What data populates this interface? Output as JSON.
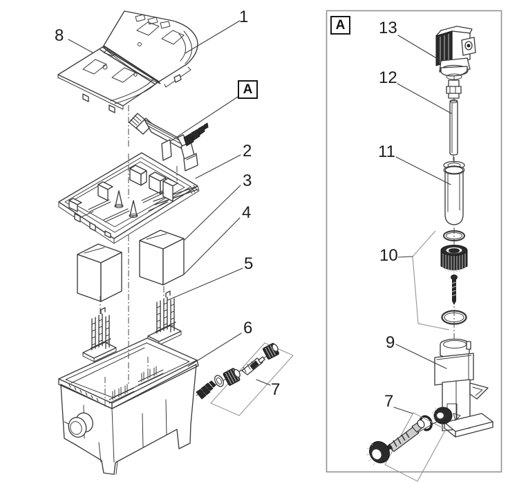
{
  "figure": {
    "type": "exploded-parts-diagram",
    "description": "Exploded view of a pond filter with UVC clarifier detail panel",
    "colors": {
      "background": "#ffffff",
      "line": "#3a3a3a",
      "dark_part": "#2a2a2a",
      "panel_border": "#8f8f8f",
      "inset_outline": "#9a9a9a",
      "label_text": "#1b1b1b"
    }
  },
  "main_view": {
    "detail_marker": "A",
    "callouts": {
      "part1": "1",
      "part2": "2",
      "part3": "3",
      "part4": "4",
      "part5": "5",
      "part6": "6",
      "part7": "7",
      "part8": "8"
    }
  },
  "detail_view": {
    "panel_marker": "A",
    "callouts": {
      "part7": "7",
      "part9": "9",
      "part10": "10",
      "part11": "11",
      "part12": "12",
      "part13": "13"
    }
  }
}
